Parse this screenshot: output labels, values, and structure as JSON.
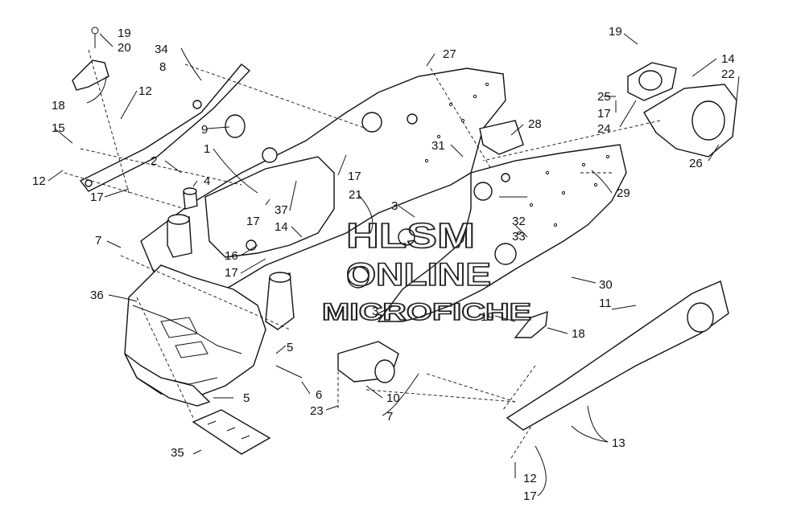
{
  "watermark": {
    "line1": "HLSM",
    "line2": "ONLINE",
    "line3": "MICROFICHE"
  },
  "labels": {
    "l19a": "19",
    "l20": "20",
    "l34": "34",
    "l8": "8",
    "l12a": "12",
    "l18a": "18",
    "l15": "15",
    "l9": "9",
    "l1": "1",
    "l2": "2",
    "l4": "4",
    "l12b": "12",
    "l17a": "17",
    "l7a": "7",
    "l16": "16",
    "l17b": "17",
    "l37": "37",
    "l17c": "17",
    "l14a": "14",
    "l21": "21",
    "l3a": "3",
    "l17d": "17",
    "l27": "27",
    "l28": "28",
    "l31": "31",
    "l32": "32",
    "l33": "33",
    "l29": "29",
    "l36": "36",
    "l5a": "5",
    "l5b": "5",
    "l6": "6",
    "l23": "23",
    "l10": "10",
    "l7b": "7",
    "l3b": "3",
    "l19b": "19",
    "l18b": "18",
    "l30": "30",
    "l11": "11",
    "l13": "13",
    "l12c": "12",
    "l17e": "17",
    "l35": "35",
    "l19c": "19",
    "l14b": "14",
    "l22": "22",
    "l25": "25",
    "l17f": "17",
    "l24": "24",
    "l26": "26"
  }
}
